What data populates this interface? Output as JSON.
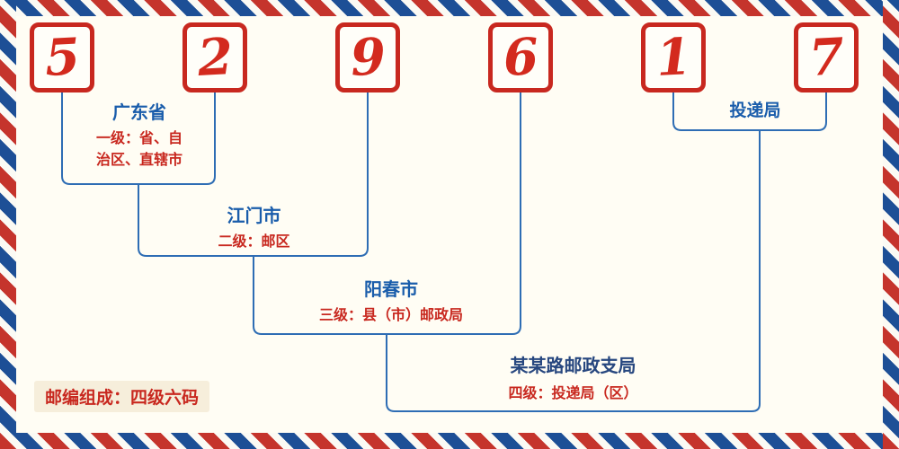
{
  "postal_code": {
    "digits": [
      "5",
      "2",
      "9",
      "6",
      "1",
      "7"
    ]
  },
  "levels": [
    {
      "name": "广东省",
      "desc": "一级：省、自\n治区、直辖市"
    },
    {
      "name": "江门市",
      "desc": "二级：邮区"
    },
    {
      "name": "阳春市",
      "desc": "三级：县（市）邮政局"
    },
    {
      "name": "某某路邮政支局",
      "desc": "四级：投递局（区）"
    }
  ],
  "delivery_office_label": "投递局",
  "footer_note": "邮编组成：四级六码",
  "colors": {
    "accent-red": "#c8281f",
    "digit-red": "#d32a1e",
    "line-blue": "#2e6db4",
    "label-blue": "#1a5dab",
    "label-navy": "#27477f",
    "bg-cream": "#fffdf4",
    "stripe-red": "#c5342c",
    "stripe-blue": "#1d4f96",
    "stripe-white": "#fbfaf4",
    "footer-bg": "#f6eedb"
  }
}
